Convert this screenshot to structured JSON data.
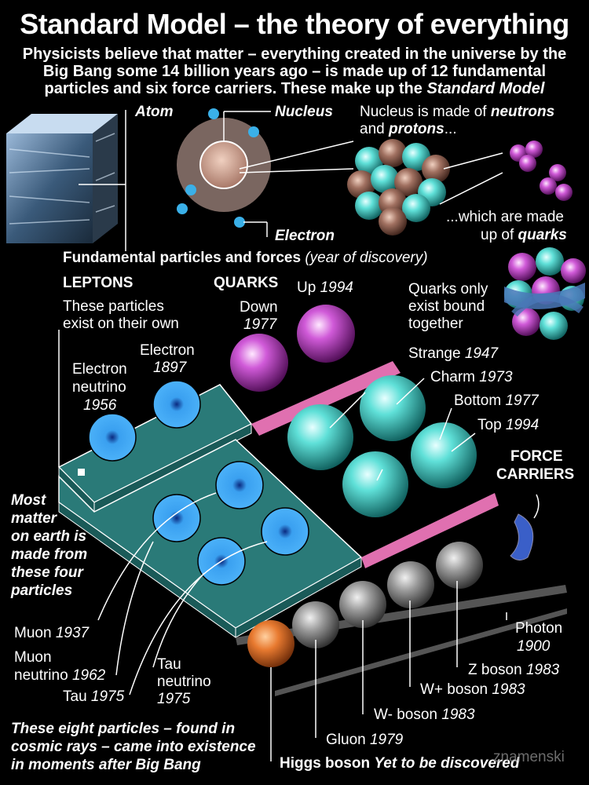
{
  "title": "Standard Model – the theory of everything",
  "intro": {
    "line1": "Physicists believe that matter – everything created in the universe by the",
    "line2": "Big Bang some 14 billion years ago – is made up of 12 fundamental",
    "line3": "particles and six force carriers. These make up the",
    "line3_em": "Standard Model"
  },
  "atom": {
    "atom_label": "Atom",
    "nucleus_label": "Nucleus",
    "electron_label": "Electron",
    "nucleus_desc_1": "Nucleus is made of",
    "nucleus_desc_neutrons": "neutrons",
    "nucleus_desc_and": "and",
    "nucleus_desc_protons": "protons",
    "nucleus_desc_ellipsis": "...",
    "quarks_desc_1": "...which are made",
    "quarks_desc_2": "up of",
    "quarks_desc_em": "quarks"
  },
  "fundamental": {
    "heading": "Fundamental particles and forces",
    "heading_note": "(year of discovery)"
  },
  "leptons": {
    "header": "LEPTONS",
    "desc_1": "These particles",
    "desc_2": "exist on their own",
    "electron_neutrino_1": "Electron",
    "electron_neutrino_2": "neutrino",
    "electron_neutrino_year": "1956",
    "electron_name": "Electron",
    "electron_year": "1897",
    "muon_name": "Muon",
    "muon_year": "1937",
    "muon_neutrino_1": "Muon",
    "muon_neutrino_2": "neutrino",
    "muon_neutrino_year": "1962",
    "tau_name": "Tau",
    "tau_year": "1975",
    "tau_neutrino_1": "Tau",
    "tau_neutrino_2": "neutrino",
    "tau_neutrino_year": "1975"
  },
  "quarks": {
    "header": "QUARKS",
    "down_name": "Down",
    "down_year": "1977",
    "up_name": "Up",
    "up_year": "1994",
    "bound_1": "Quarks only",
    "bound_2": "exist bound",
    "bound_3": "together",
    "strange_name": "Strange",
    "strange_year": "1947",
    "charm_name": "Charm",
    "charm_year": "1973",
    "bottom_name": "Bottom",
    "bottom_year": "1977",
    "top_name": "Top",
    "top_year": "1994"
  },
  "force": {
    "header_1": "FORCE",
    "header_2": "CARRIERS",
    "photon_name": "Photon",
    "photon_year": "1900",
    "z_name": "Z boson",
    "z_year": "1983",
    "wplus_name": "W+ boson",
    "wplus_year": "1983",
    "wminus_name": "W- boson",
    "wminus_year": "1983",
    "gluon_name": "Gluon",
    "gluon_year": "1979",
    "higgs_name": "Higgs boson",
    "higgs_status": "Yet to be discovered"
  },
  "notes": {
    "most_1": "Most",
    "most_2": "matter",
    "most_3": "on earth is",
    "most_4": "made from",
    "most_5": "these four",
    "most_6": "particles",
    "eight_1": "These eight particles – found in",
    "eight_2": "cosmic rays – came into existence",
    "eight_3": "in moments after Big Bang"
  },
  "watermark": "znamenski",
  "colors": {
    "background": "#000000",
    "lepton_ball": "#3a8fd8",
    "light_quark": "#c050c8",
    "heavy_quark": "#3cc8c0",
    "photon": "#3a5fc8",
    "higgs": "#e87a30",
    "boson": "#8c8c8c"
  }
}
